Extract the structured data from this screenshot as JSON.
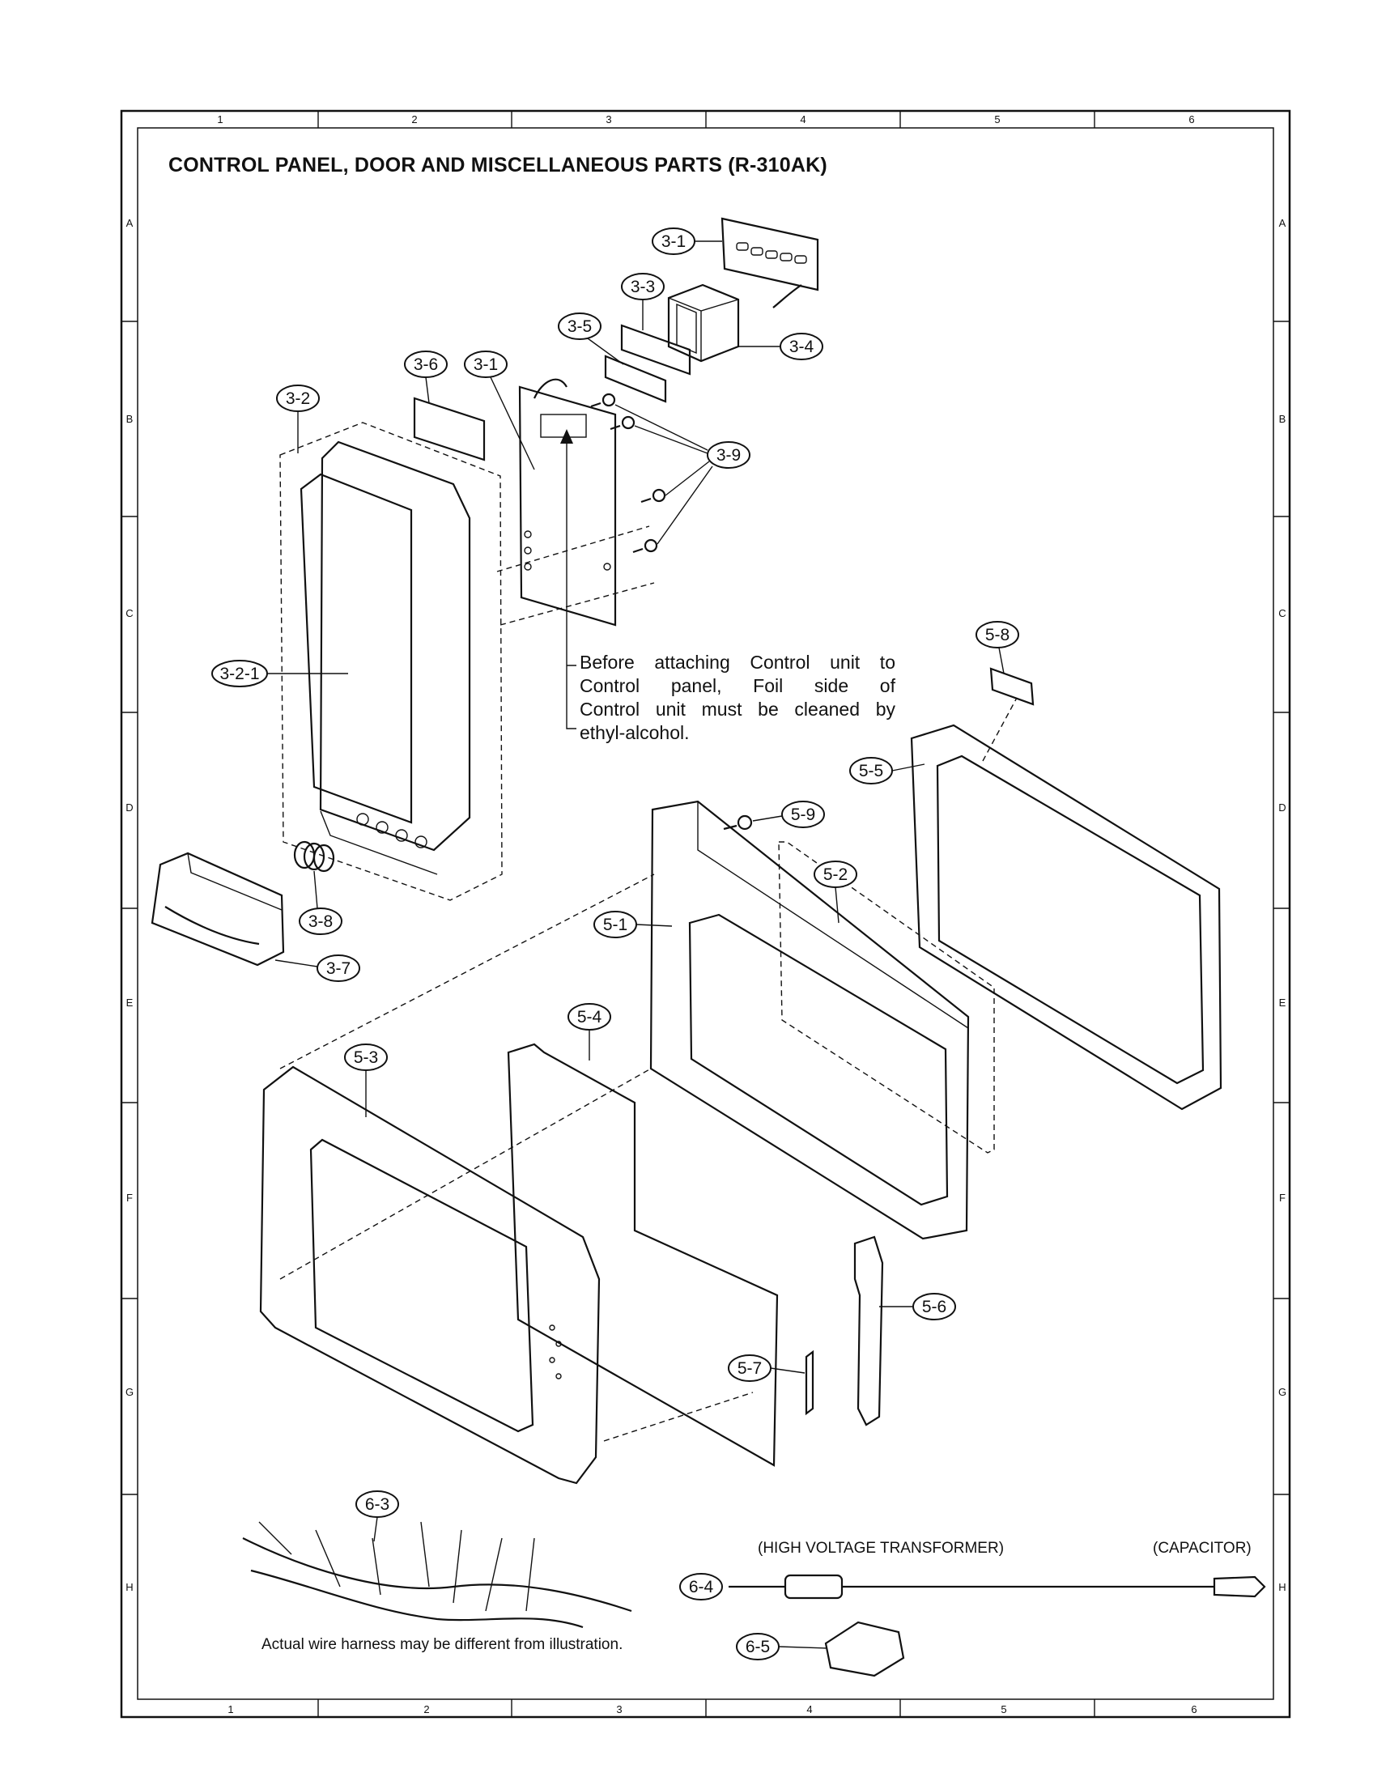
{
  "title": "CONTROL PANEL, DOOR  AND MISCELLANEOUS PARTS (R-310AK)",
  "grid": {
    "columns": [
      "1",
      "2",
      "3",
      "4",
      "5",
      "6"
    ],
    "rows": [
      "A",
      "B",
      "C",
      "D",
      "E",
      "F",
      "G",
      "H"
    ]
  },
  "note": {
    "line1": "Before attaching Control unit to",
    "line2": "Control panel, Foil side of",
    "line3": "Control unit must be cleaned by",
    "line4": "ethyl-alcohol."
  },
  "captions": {
    "harness": "Actual wire harness may be different from illustration.",
    "transformer": "(HIGH VOLTAGE TRANSFORMER)",
    "capacitor": "(CAPACITOR)"
  },
  "part_labels": {
    "p3_1_top": "3-1",
    "p3_3": "3-3",
    "p3_5": "3-5",
    "p3_4": "3-4",
    "p3_6": "3-6",
    "p3_1_mid": "3-1",
    "p3_2": "3-2",
    "p3_9": "3-9",
    "p3_2_1": "3-2-1",
    "p3_8": "3-8",
    "p3_7": "3-7",
    "p5_8": "5-8",
    "p5_5": "5-5",
    "p5_9": "5-9",
    "p5_2": "5-2",
    "p5_1": "5-1",
    "p5_4": "5-4",
    "p5_3": "5-3",
    "p5_6": "5-6",
    "p5_7": "5-7",
    "p6_3": "6-3",
    "p6_4": "6-4",
    "p6_5": "6-5"
  }
}
